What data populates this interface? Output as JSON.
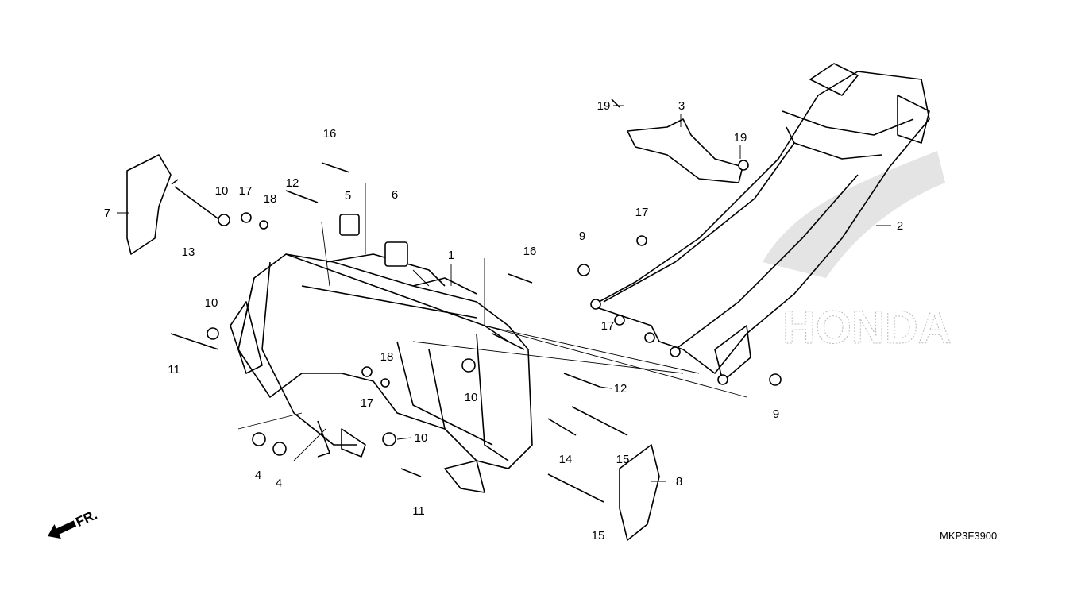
{
  "diagram": {
    "code": "MKP3F3900",
    "front_indicator": "FR.",
    "watermark": "HONDA",
    "callouts": [
      "1",
      "2",
      "3",
      "4",
      "4",
      "5",
      "6",
      "7",
      "8",
      "9",
      "9",
      "10",
      "10",
      "10",
      "10",
      "11",
      "11",
      "12",
      "12",
      "13",
      "14",
      "15",
      "15",
      "16",
      "16",
      "17",
      "17",
      "17",
      "17",
      "18",
      "18",
      "19",
      "19"
    ]
  }
}
